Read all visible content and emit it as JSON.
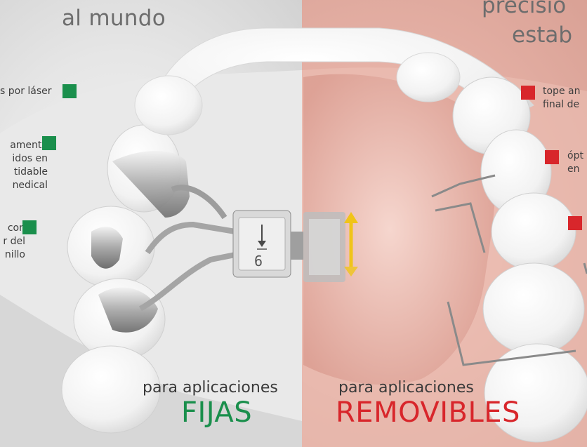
{
  "headline_left": "al mundo",
  "headline_right_line1": "precisió",
  "headline_right_line2": "estab",
  "left_features": [
    [
      "s por láser"
    ],
    [
      "amente",
      "idos en",
      "tidable",
      "nedical"
    ],
    [
      "con",
      "r del",
      "nillo"
    ]
  ],
  "right_features": [
    [
      "tope an",
      "final de"
    ],
    [
      "ópt",
      "en"
    ],
    [
      ""
    ]
  ],
  "fixed": {
    "prefix": "para aplicaciones",
    "label": "FIJAS"
  },
  "removable": {
    "prefix": "para aplicaciones",
    "label": "REMOVIBLES"
  },
  "screw_number": "6",
  "colors": {
    "green_accent": "#1a8f4c",
    "red_accent": "#d8262b",
    "text_gray": "#6d6d6d"
  }
}
